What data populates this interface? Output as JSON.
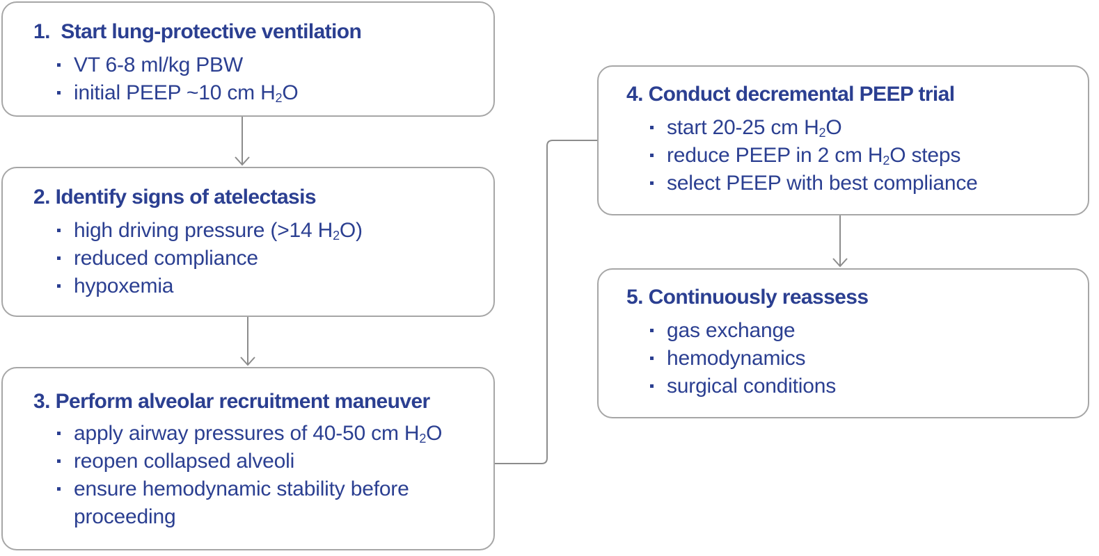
{
  "steps": [
    {
      "number": "1.",
      "title": "Start lung-protective ventilation",
      "bullets": [
        "VT 6-8 ml/kg PBW",
        "initial PEEP ~10 cm H"
      ]
    },
    {
      "number": "2.",
      "title": "Identify signs of atelectasis",
      "bullets": [
        "high driving pressure (>14 H",
        "reduced compliance",
        "hypoxemia"
      ]
    },
    {
      "number": "3.",
      "title": "Perform alveolar recruitment maneuver",
      "bullets": [
        "apply airway pressures of 40-50 cm H",
        "reopen collapsed alveoli",
        "ensure hemodynamic stability before proceeding"
      ]
    },
    {
      "number": "4.",
      "title": "Conduct decremental PEEP trial",
      "bullets": [
        "start 20-25 cm H",
        "reduce PEEP in 2 cm H",
        "select PEEP with best compliance"
      ]
    },
    {
      "number": "5.",
      "title": "Continuously reassess",
      "bullets": [
        "gas exchange",
        "hemodynamics",
        "surgical conditions"
      ]
    }
  ],
  "symbols": {
    "h2o_subscript": "2",
    "h2o_suffix": "O",
    "h2o_suffix_paren": "O)",
    "steps_suffix": " steps"
  },
  "colors": {
    "text": "#2b3f91",
    "border": "#a6a6a6",
    "connector": "#8c8c8c"
  }
}
